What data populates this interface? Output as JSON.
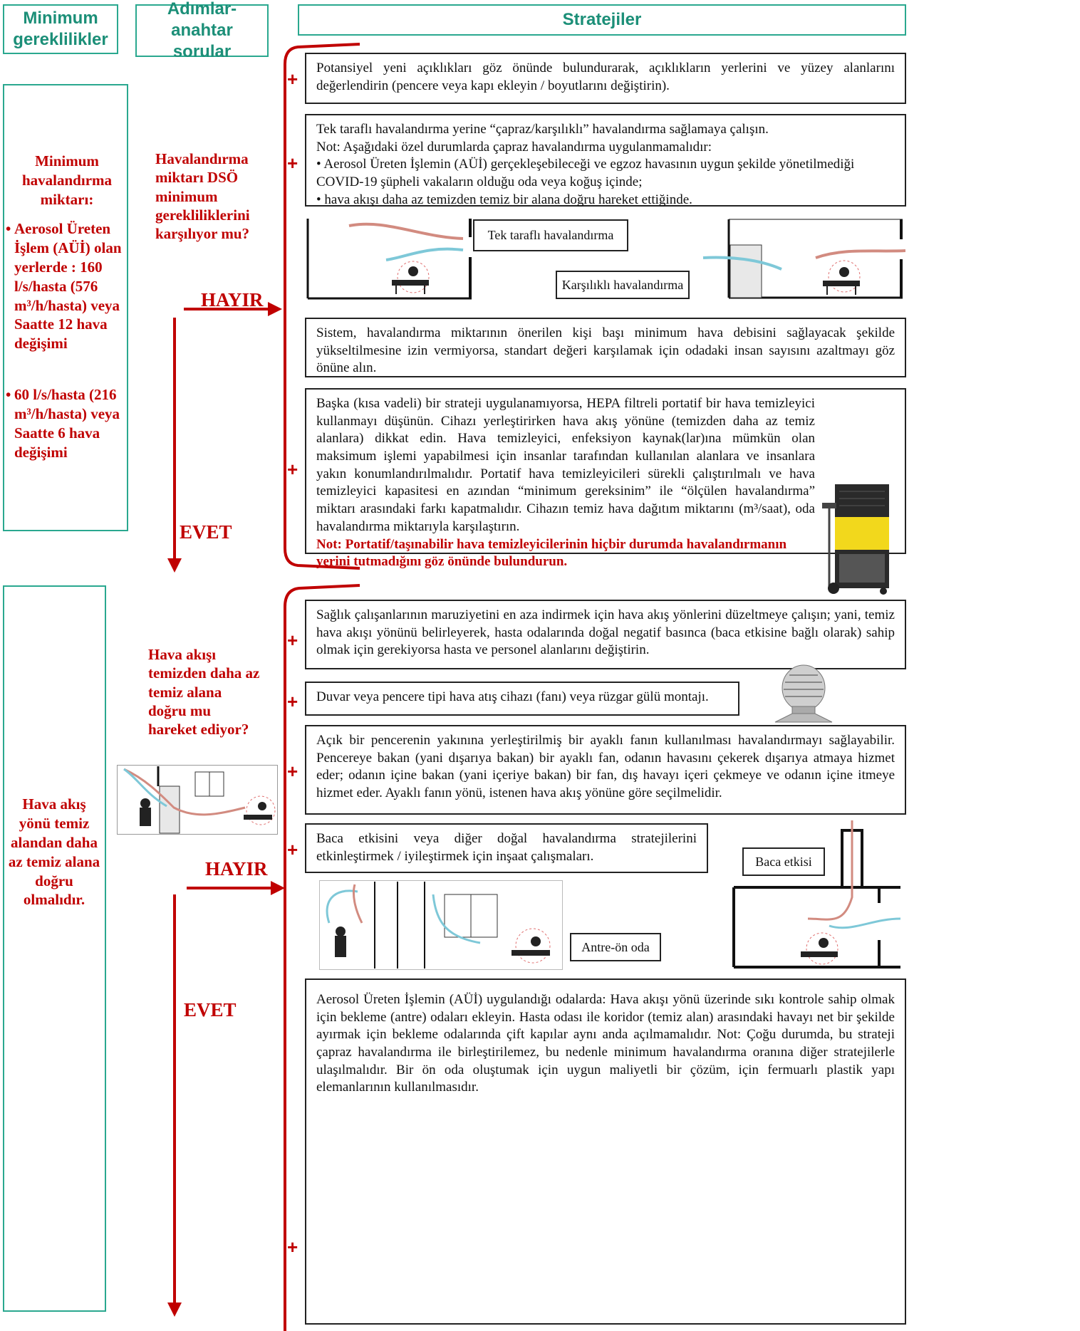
{
  "headers": {
    "minimum": "Minimum gereklilikler",
    "steps": "Adımlar- anahtar sorular",
    "strategies": "Stratejiler"
  },
  "section1": {
    "left": {
      "title": "Minimum havalandırma miktarı:",
      "bullet1": "Aerosol Üreten İşlem (AÜİ) olan yerlerde : 160 l/s/hasta (576 m³/h/hasta) veya Saatte 12 hava değişimi",
      "bullet2": "60 l/s/hasta (216 m³/h/hasta) veya Saatte 6 hava değişimi"
    },
    "question": "Havalandırma miktarı DSÖ minimum gerekliliklerini karşılıyor mu?",
    "no": "HAYIR",
    "yes": "EVET",
    "boxes": {
      "b1": "Potansiyel yeni açıklıkları göz önünde bulundurarak, açıklıkların yerlerini ve yüzey alanlarını değerlendirin (pencere veya kapı ekleyin / boyutlarını değiştirin).",
      "b2_line1": "Tek taraflı havalandırma yerine “çapraz/karşılıklı” havalandırma sağlamaya çalışın.",
      "b2_line2": "Not: Aşağıdaki özel durumlarda çapraz havalandırma uygulanmamalıdır:",
      "b2_line3": "• Aerosol Üreten İşlemin (AÜİ) gerçekleşebileceği ve egzoz havasının uygun şekilde yönetilmediği COVID-19 şüpheli vakaların olduğu oda veya koğuş içinde;",
      "b2_line4": "• hava akışı daha az temizden temiz bir alana doğru hareket ettiğinde.",
      "b3": "Sistem, havalandırma miktarının önerilen kişi başı minimum hava debisini sağlayacak şekilde yükseltilmesine izin vermiyorsa, standart değeri karşılamak için odadaki insan sayısını azaltmayı göz önüne alın.",
      "b4": "Başka (kısa vadeli) bir strateji uygulanamıyorsa, HEPA filtreli portatif bir hava temizleyici kullanmayı düşünün. Cihazı yerleştirirken hava akış yönüne (temizden daha az temiz alanlara) dikkat edin. Hava temizleyici, enfeksiyon kaynak(lar)ına mümkün olan maksimum işlemi yapabilmesi için insanlar tarafından kullanılan alanlara ve insanlara yakın konumlandırılmalıdır. Portatif hava temizleyicileri sürekli çalıştırılmalı ve hava temizleyici kapasitesi en azından “minimum gereksinim” ile “ölçülen havalandırma” miktarı arasındaki farkı kapatmalıdır. Cihazın temiz hava dağıtım miktarını (m³/saat), oda havalandırma miktarıyla karşılaştırın.",
      "b4_note": "Not: Portatif/taşınabilir hava temizleyicilerinin hiçbir durumda havalandırmanın yerini tutmadığını göz önünde bulundurun."
    },
    "label_single": "Tek taraflı havalandırma",
    "label_cross": "Karşılıklı havalandırma"
  },
  "section2": {
    "left": "Hava akış yönü temiz alandan daha az temiz alana doğru olmalıdır.",
    "question": "Hava akışı temizden daha az temiz alana doğru mu hareket ediyor?",
    "no": "HAYIR",
    "yes": "EVET",
    "boxes": {
      "b1": "Sağlık çalışanlarının maruziyetini en aza indirmek için hava akış yönlerini düzeltmeye çalışın; yani, temiz hava akışı yönünü belirleyerek, hasta odalarında doğal negatif basınca (baca etkisine bağlı olarak) sahip olmak için gerekiyorsa hasta ve personel alanlarını değiştirin.",
      "b2": "Duvar veya pencere tipi hava atış cihazı (fanı) veya rüzgar gülü montajı.",
      "b3": "Açık bir pencerenin yakınına yerleştirilmiş bir ayaklı fanın kullanılması havalandırmayı sağlayabilir. Pencereye bakan (yani dışarıya bakan) bir ayaklı fan, odanın havasını çekerek dışarıya atmaya hizmet eder; odanın içine bakan (yani içeriye bakan) bir fan, dış havayı içeri çekmeye ve odanın içine itmeye hizmet eder. Ayaklı fanın yönü, istenen hava akış yönüne göre seçilmelidir.",
      "b4": "Baca etkisini veya diğer doğal havalandırma stratejilerini etkinleştirmek / iyileştirmek için inşaat çalışmaları.",
      "b5": "Aerosol Üreten İşlemin (AÜİ) uygulandığı odalarda: Hava akışı yönü üzerinde sıkı kontrole sahip olmak için bekleme (antre) odaları ekleyin. Hasta odası ile koridor (temiz alan) arasındaki havayı net bir şekilde ayırmak için bekleme odalarında çift kapılar aynı anda açılmamalıdır. Not: Çoğu durumda, bu strateji çapraz havalandırma ile birleştirilemez, bu nedenle minimum havalandırma oranına diğer stratejilerle ulaşılmalıdır. Bir ön oda oluştumak için uygun maliyetli bir çözüm, için fermuarlı plastik yapı elemanlarının kullanılmasıdır."
    },
    "label_stack": "Baca etkisi",
    "label_ante": "Antre-ön oda"
  },
  "plus": "+",
  "colors": {
    "teal": "#2aa88f",
    "red": "#c00000",
    "yellow": "#f2d81c"
  }
}
